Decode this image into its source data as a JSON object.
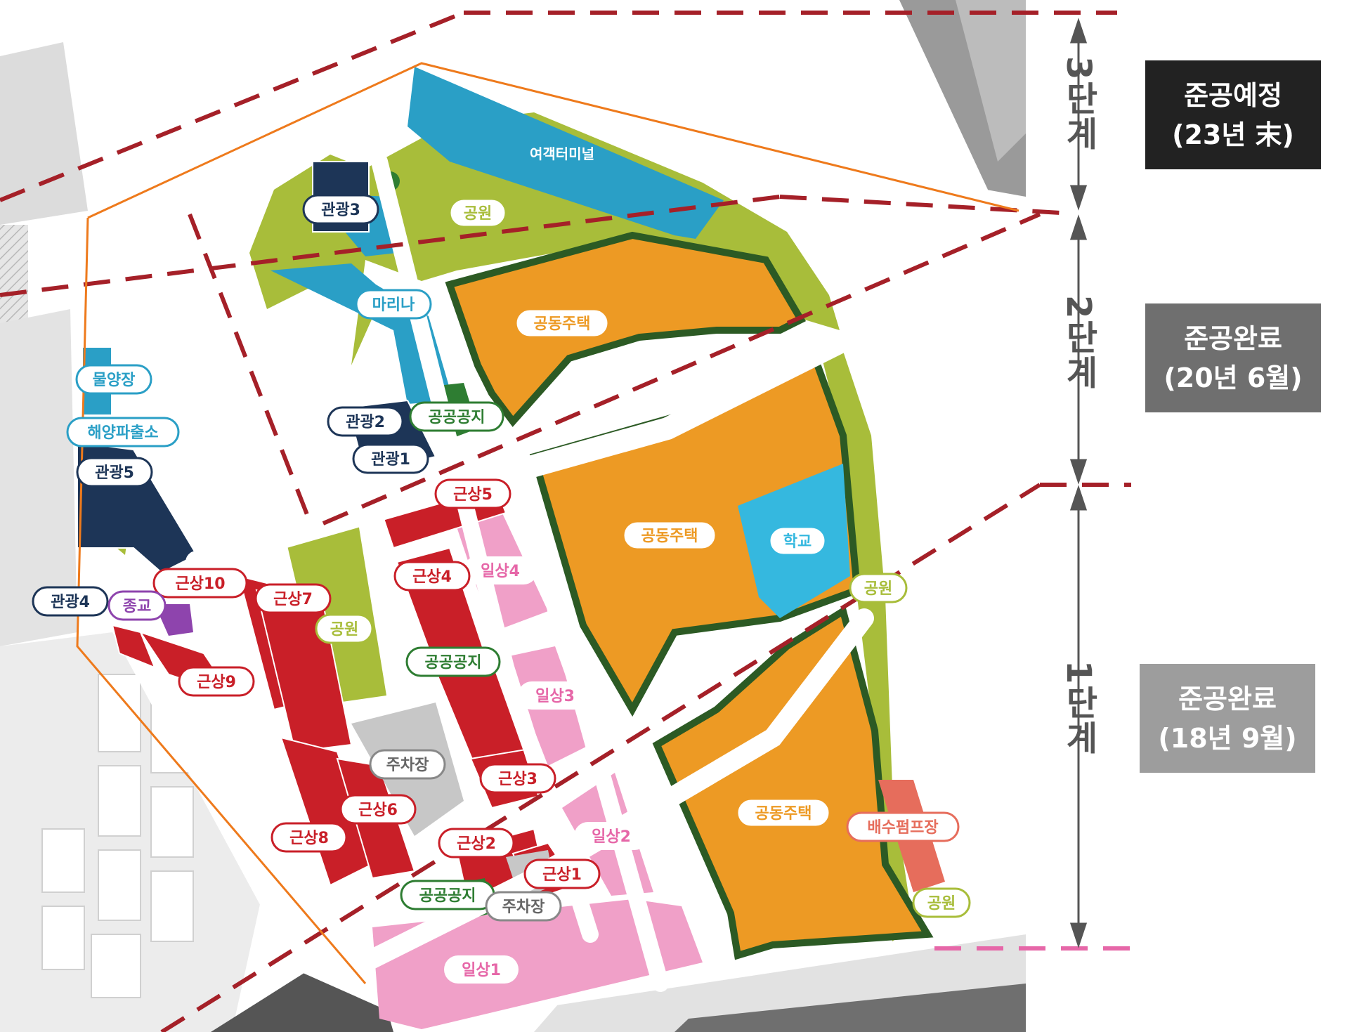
{
  "phases": [
    {
      "label": "3단계",
      "status": "준공예정",
      "date": "(23년 末)",
      "box_color": "#222222"
    },
    {
      "label": "2단계",
      "status": "준공완료",
      "date": "(20년 6월)",
      "box_color": "#6f6f6f"
    },
    {
      "label": "1단계",
      "status": "준공완료",
      "date": "(18년 9월)",
      "box_color": "#9d9d9d"
    }
  ],
  "labels": {
    "terminal": "여객터미널",
    "park_top": "공원",
    "park_mid": "공원",
    "park_right": "공원",
    "park_bottom": "공원",
    "tour3": "관광3",
    "tour2": "관광2",
    "tour1": "관광1",
    "tour5": "관광5",
    "tour4": "관광4",
    "marina": "마리나",
    "house_top": "공동주택",
    "house_mid": "공동주택",
    "house_bottom": "공동주택",
    "school": "학교",
    "public_top": "공공공지",
    "public_mid": "공공공지",
    "public_bottom": "공공공지",
    "fish": "물양장",
    "police": "해양파출소",
    "religion": "종교",
    "gs10": "근상10",
    "gs7": "근상7",
    "gs9": "근상9",
    "gs4": "근상4",
    "gs5": "근상5",
    "gs3": "근상3",
    "gs6": "근상6",
    "gs8": "근상8",
    "gs2": "근상2",
    "gs1": "근상1",
    "is4": "일상4",
    "is3": "일상3",
    "is2": "일상2",
    "is1": "일상1",
    "parking1": "주차장",
    "parking2": "주차장",
    "pump": "배수펌프장"
  },
  "colors": {
    "park": "#a8bd3a",
    "housing": "#ed9a24",
    "marina": "#2a9fc6",
    "school": "#35b8df",
    "commercial": "#c91f28",
    "residential_pink": "#f0a0c8",
    "tourism": "#1d3557",
    "religion": "#8e44ad",
    "pump": "#e66d5c",
    "green_border": "#2c5a24",
    "phase_line": "#a52028",
    "pink_line": "#e667a8",
    "orange_line": "#ee7a1c",
    "road": "#ffffff",
    "background_gray": "#e8e8e8"
  }
}
